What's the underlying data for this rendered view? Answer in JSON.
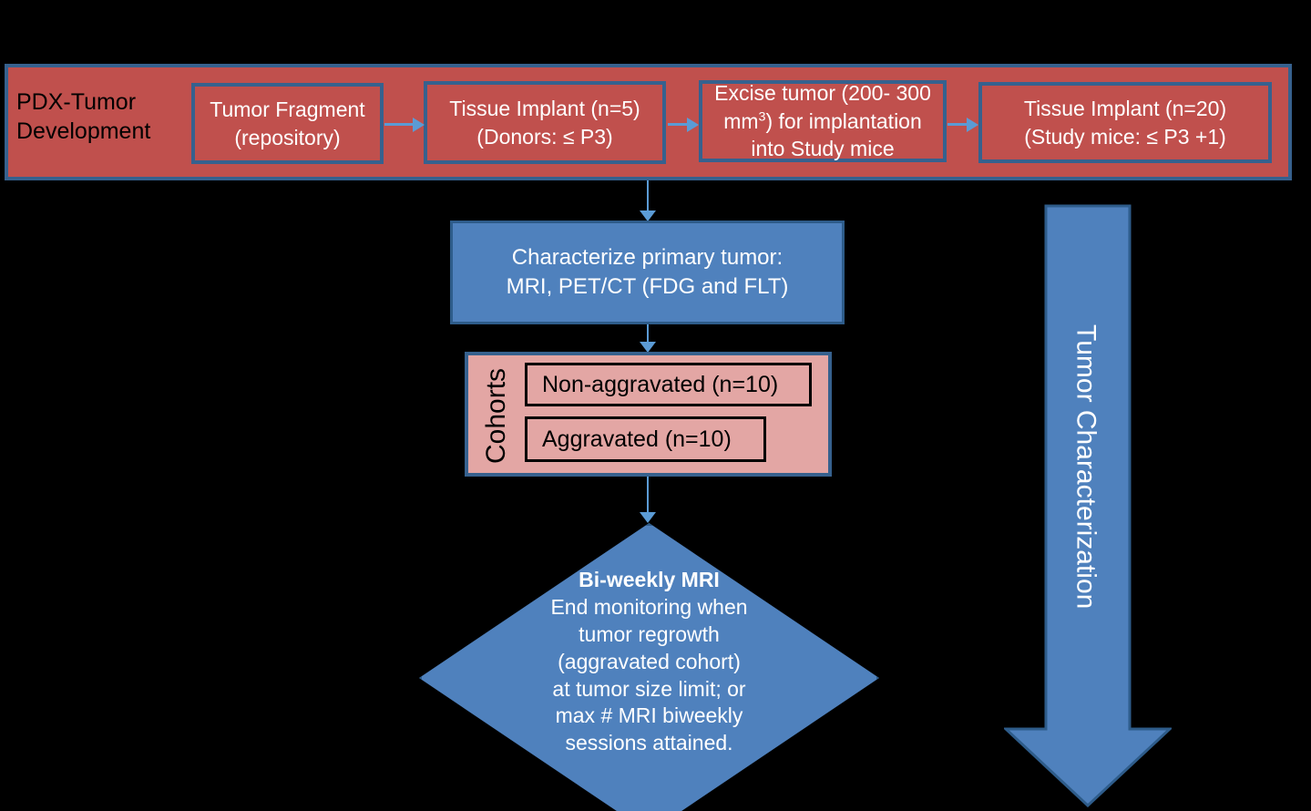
{
  "figure": {
    "title": "PDX tumor development and characterization workflow",
    "colors": {
      "red_fill": "#C0504D",
      "blue_fill": "#4F81BD",
      "pink_fill": "#E3A6A4",
      "border_blue": "#36618E",
      "connector_blue": "#5B9BD5",
      "background": "#000000",
      "text_white": "#FFFFFF",
      "text_black": "#000000"
    }
  },
  "band": {
    "label": "PDX-Tumor Development",
    "steps": [
      {
        "id": "tumor-fragment",
        "line1": "Tumor Fragment",
        "line2": "(repository)"
      },
      {
        "id": "tissue-implant-5",
        "line1": "Tissue Implant (n=5)",
        "line2": "(Donors: ≤ P3)"
      },
      {
        "id": "excise-tumor",
        "line1": "Excise tumor (200- 300",
        "sup": "3",
        "line1b": "mm",
        "line2": ") for implantation",
        "line3": "into Study mice"
      },
      {
        "id": "tissue-implant-20",
        "line1": "Tissue Implant (n=20)",
        "line2": "(Study mice: ≤ P3 +1)"
      }
    ]
  },
  "characterize": {
    "line1": "Characterize primary tumor:",
    "line2": "MRI, PET/CT (FDG and FLT)"
  },
  "cohorts": {
    "label": "Cohorts",
    "items": [
      {
        "label": "Non-aggravated (n=10)"
      },
      {
        "label": "Aggravated (n=10)"
      }
    ]
  },
  "decision": {
    "title": "Bi-weekly MRI",
    "line1": "End monitoring when",
    "line2": "tumor regrowth",
    "line3": "(aggravated cohort)",
    "line4": "at tumor size limit; or",
    "line5": "max # MRI biweekly",
    "line6": "sessions attained."
  },
  "side_arrow": {
    "label": "Tumor Characterization"
  }
}
